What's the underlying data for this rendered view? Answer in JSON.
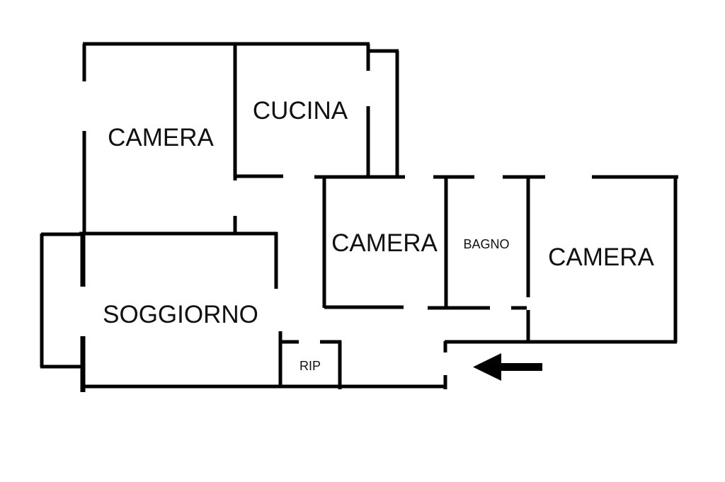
{
  "floorplan": {
    "rooms": [
      {
        "id": "camera-nw",
        "label": "CAMERA"
      },
      {
        "id": "cucina",
        "label": "CUCINA"
      },
      {
        "id": "camera-center",
        "label": "CAMERA"
      },
      {
        "id": "bagno",
        "label": "BAGNO"
      },
      {
        "id": "camera-east",
        "label": "CAMERA"
      },
      {
        "id": "soggiorno",
        "label": "SOGGIORNO"
      },
      {
        "id": "rip",
        "label": "RIP"
      }
    ],
    "entrance": {
      "icon": "arrow-left-icon"
    },
    "colors": {
      "wall": "#000000",
      "background": "#ffffff"
    }
  }
}
